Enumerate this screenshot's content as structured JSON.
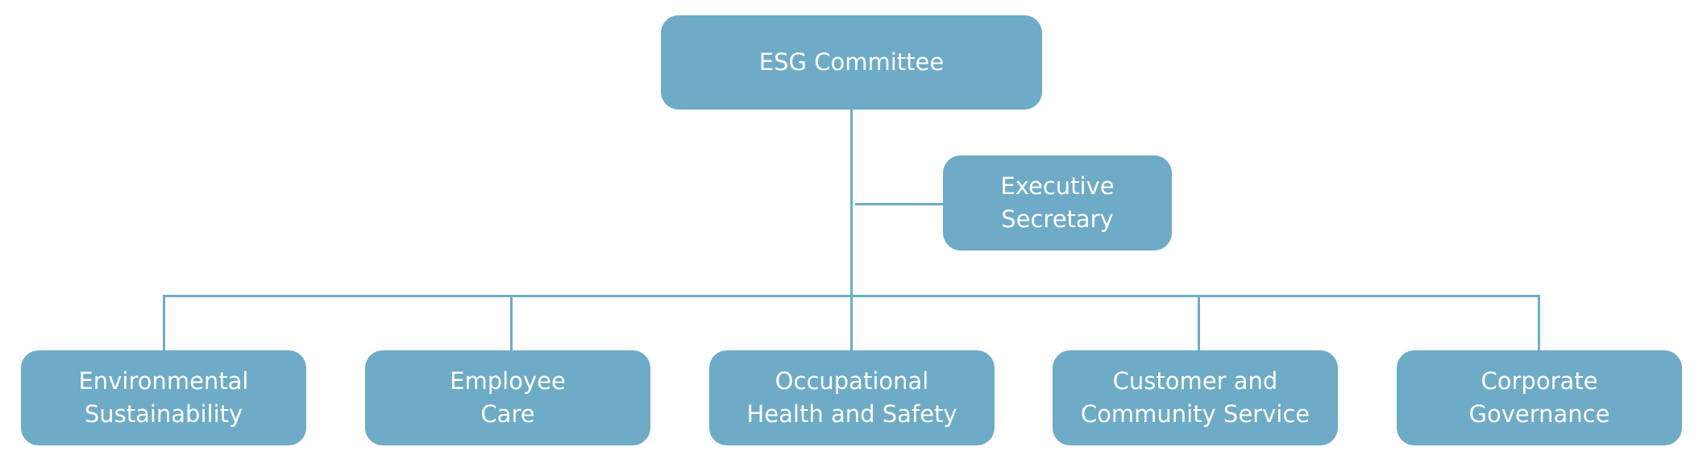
{
  "colors": {
    "box": "#6eabc6",
    "line": "#6eabc6",
    "text": "#ffffff"
  },
  "root": {
    "label": "ESG Committee"
  },
  "secretary": {
    "lines": [
      "Executive",
      "Secretary"
    ]
  },
  "children": [
    {
      "lines": [
        "Environmental",
        "Sustainability"
      ]
    },
    {
      "lines": [
        "Employee",
        "Care"
      ]
    },
    {
      "lines": [
        "Occupational",
        "Health and Safety"
      ]
    },
    {
      "lines": [
        "Customer and",
        "Community Service"
      ]
    },
    {
      "lines": [
        "Corporate",
        "Governance"
      ]
    }
  ]
}
